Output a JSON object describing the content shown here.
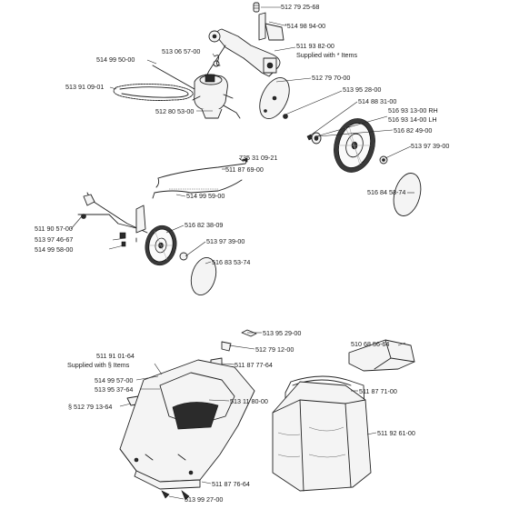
{
  "labels": {
    "p_512792568": "512 79 25-68",
    "p_514989400": "*514 98 94-00",
    "p_511938200": "511 93 82-00",
    "supplied_star": "Supplied with * Items",
    "p_513065700": "513 06 57-00",
    "p_514995000": "514 99 50-00",
    "p_512797000": "512 79 70-00",
    "p_513910901": "513 91 09-01",
    "p_513952800": "513 95 28-00",
    "p_514883100": "514 88 31-00",
    "p_516931300": "516 93 13-00 RH",
    "p_516931400": "516 93 14-00 LH",
    "p_512805300": "512 80 53-00",
    "p_516824900": "516 82 49-00",
    "p_513973900a": "513 97 39-00",
    "p_735310921": "735 31 09-21",
    "p_511876900": "511 87 69-00",
    "p_516845874": "516 84 58-74",
    "p_514995900": "514 99 59-00",
    "p_511905700": "511 90 57-00",
    "p_516823809": "516 82 38-09",
    "p_513974667": "513 97 46-67",
    "p_513973900b": "513 97 39-00",
    "p_514995800": "514 99 58-00",
    "p_516835374": "516 83 53-74",
    "p_513952900": "513 95 29-00",
    "p_510685664": "510 68 56-64",
    "p_512791200": "512 79 12-00",
    "p_511910164": "511 91 01-64",
    "supplied_section": "Supplied with § Items",
    "p_511877764": "511 87 77-64",
    "p_514995700": "514 99 57-00",
    "p_511877100": "511 87 71-00",
    "p_513953764": "513 95 37-64",
    "p_513118000": "513 11 80-00",
    "p_512791364": "§ 512 79 13-64",
    "p_511926100": "511 92 61-00",
    "p_511877664": "511 87 76-64",
    "p_513992700": "513 99 27-00"
  }
}
